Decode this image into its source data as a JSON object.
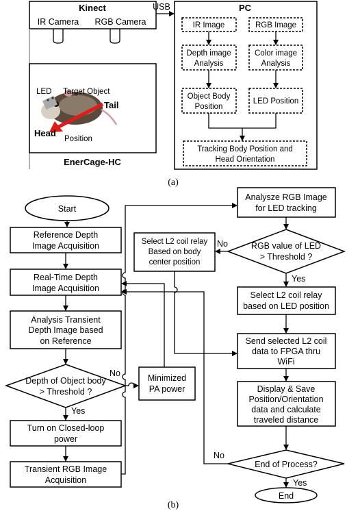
{
  "part_a": {
    "kinect": {
      "title": "Kinect",
      "ir_camera": "IR Camera",
      "rgb_camera": "RGB Camera"
    },
    "usb_label": "USB",
    "pc": {
      "title": "PC",
      "ir_image": "IR Image",
      "rgb_image": "RGB Image",
      "depth_analysis": [
        "Depth image",
        "Analysis"
      ],
      "color_analysis": [
        "Color image",
        "Analysis"
      ],
      "object_body_position": [
        "Object Body",
        "Position"
      ],
      "led_position": "LED Position",
      "tracking": [
        "Tracking Body Position and",
        "Head Orientation"
      ]
    },
    "enercage": {
      "title": "EnerCage-HC",
      "led": "LED",
      "target_object": "Target Object",
      "tail": "Tail",
      "head": "Head",
      "position": "Position"
    },
    "caption": "(a)"
  },
  "part_b": {
    "start": "Start",
    "ref_depth": [
      "Reference Depth",
      "Image Acquisition"
    ],
    "rt_depth": [
      "Real-Time Depth",
      "Image Acquisition"
    ],
    "transient_depth": [
      "Analysis Transient",
      "Depth Image based",
      "on Reference"
    ],
    "depth_decision": [
      "Depth of Object body",
      "> Threshold ?"
    ],
    "no_1": "No",
    "yes_1": "Yes",
    "minimized_pa": [
      "Minimized",
      "PA power"
    ],
    "closed_loop": [
      "Turn on Closed-loop",
      "power"
    ],
    "transient_rgb": [
      "Transient RGB Image",
      "Acquisition"
    ],
    "analyze_rgb": [
      "Analysze RGB Image",
      "for LED tracking"
    ],
    "select_body": [
      "Select L2 coil relay",
      "Based on body",
      "center position"
    ],
    "rgb_decision": [
      "RGB value of LED",
      "> Threshold ?"
    ],
    "no_2": "No",
    "yes_2": "Yes",
    "select_led": [
      "Select L2 coil relay",
      "based on LED position"
    ],
    "send_data": [
      "Send selected L2 coil",
      "data to FPGA thru",
      "WiFi"
    ],
    "display_save": [
      "Display & Save",
      "Position/Orientation",
      "data and calculate",
      "traveled distance"
    ],
    "end_decision": "End of Process?",
    "no_3": "No",
    "yes_3": "Yes",
    "end": "End",
    "caption": "(b)"
  }
}
